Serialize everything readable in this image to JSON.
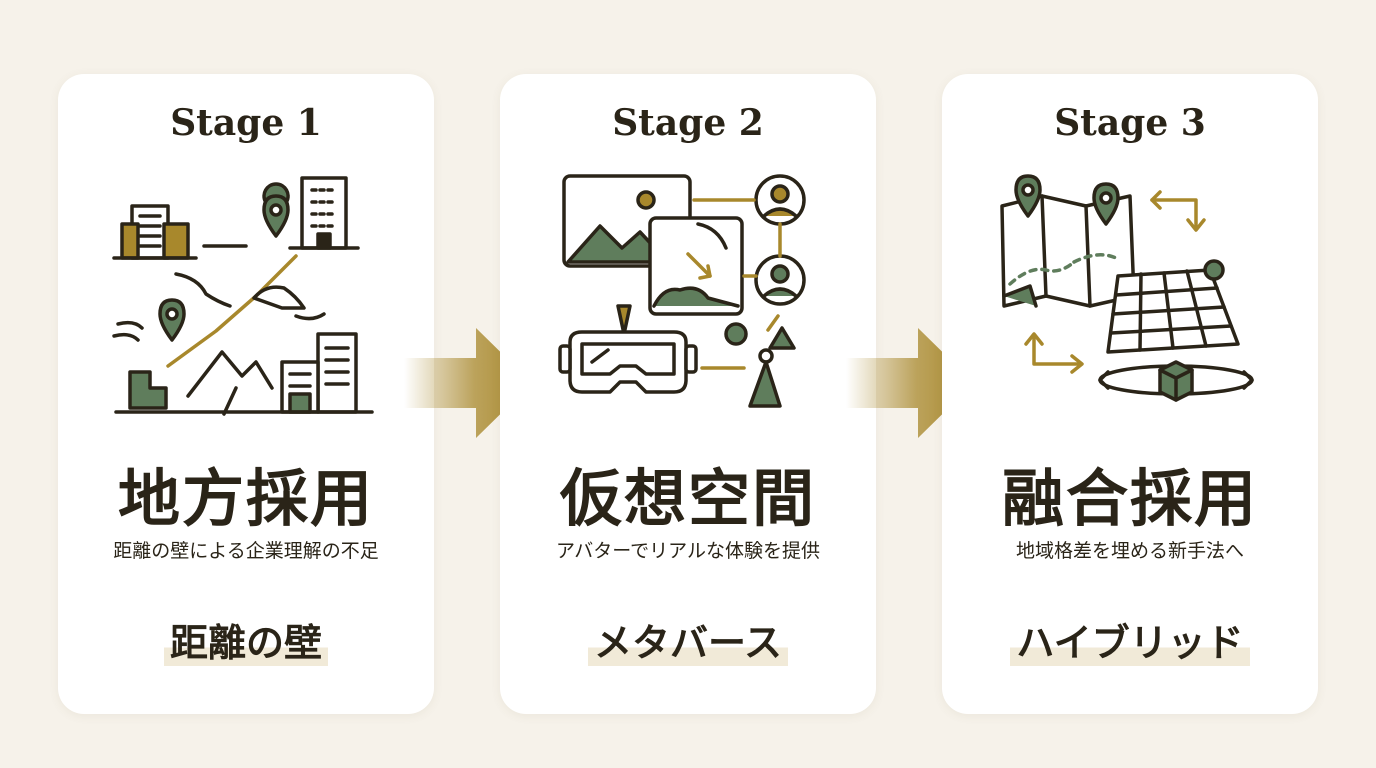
{
  "stages": [
    {
      "label": "Stage 1",
      "title": "地方採用",
      "subtitle": "距離の壁による企業理解の不足",
      "keyword": "距離の壁",
      "icon": "rural-city-map-icon"
    },
    {
      "label": "Stage 2",
      "title": "仮想空間",
      "subtitle": "アバターでリアルな体験を提供",
      "keyword": "メタバース",
      "icon": "vr-headset-avatar-icon"
    },
    {
      "label": "Stage 3",
      "title": "融合採用",
      "subtitle": "地域格差を埋める新手法へ",
      "keyword": "ハイブリッド",
      "icon": "map-grid-hybrid-icon"
    }
  ],
  "colors": {
    "background": "#f6f2ea",
    "card": "#ffffff",
    "text": "#2a2418",
    "green": "#5f7d5c",
    "gold": "#a8882c",
    "highlight": "#f1ead8"
  }
}
